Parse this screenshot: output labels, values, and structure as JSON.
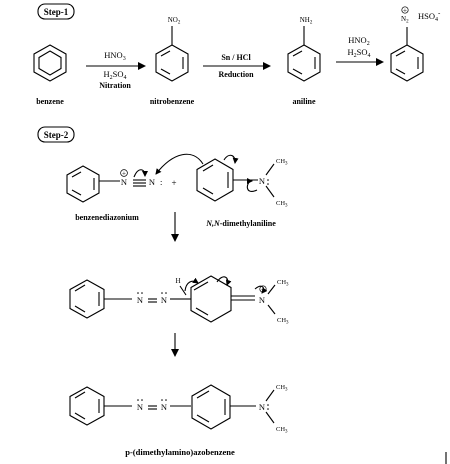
{
  "step1": {
    "badge": "Step-1",
    "compounds": {
      "benzene": "benzene",
      "nitrobenzene": "nitrobenzene",
      "aniline": "aniline"
    },
    "groups": {
      "no2": "NO",
      "no2_sub": "2",
      "nh2": "NH",
      "nh2_sub": "2",
      "diazonium_n": "N",
      "diazonium_n_sub": "2",
      "diazonium_charge": "+",
      "hso4": "HSO",
      "hso4_sub": "4",
      "hso4_charge": "-"
    },
    "reaction1": {
      "reagent1": "HNO",
      "reagent1_sub": "3",
      "reagent2_a": "H",
      "reagent2_sub1": "2",
      "reagent2_b": "SO",
      "reagent2_sub2": "4",
      "name": "Nitration"
    },
    "reaction2": {
      "reagent": "Sn / HCl",
      "name": "Reduction"
    },
    "reaction3": {
      "reagent1": "HNO",
      "reagent1_sub": "2",
      "reagent2_a": "H",
      "reagent2_sub1": "2",
      "reagent2_b": "SO",
      "reagent2_sub2": "4"
    }
  },
  "step2": {
    "badge": "Step-2",
    "compounds": {
      "benzenediazonium": "benzenediazonium",
      "dimethylaniline_italic": "N,N",
      "dimethylaniline_rest": "-dimethylaniline",
      "product": "p-(dimethylamino)azobenzene"
    },
    "labels": {
      "plus": "+",
      "charge": "+",
      "n": "N",
      "colon": ":",
      "methyl": "CH",
      "methyl_sub": "3",
      "hydrogen": "H"
    }
  }
}
